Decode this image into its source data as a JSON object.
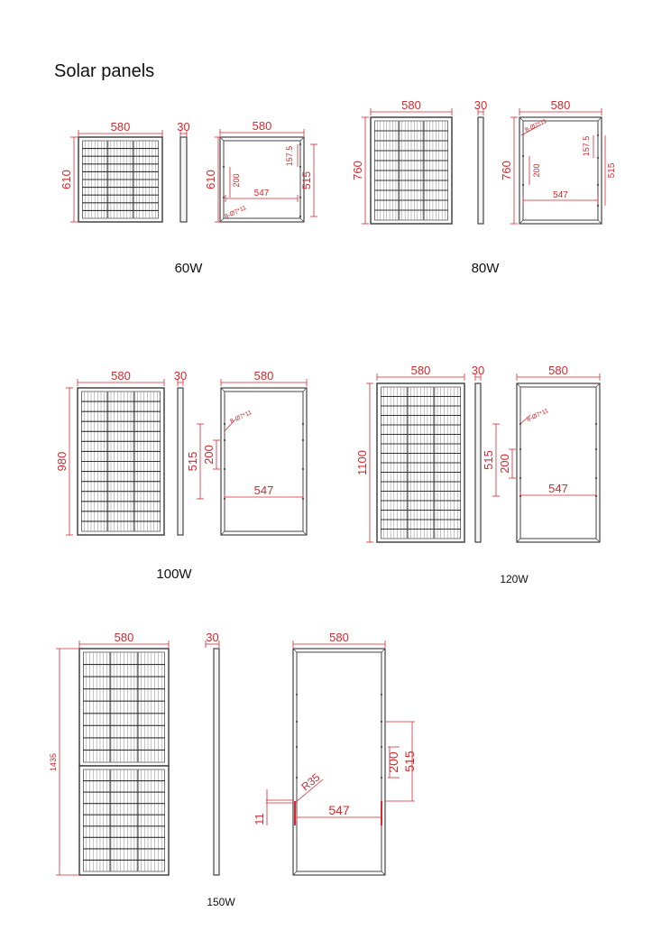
{
  "title": "Solar panels",
  "colors": {
    "dimension": "#d42a2f",
    "outline": "#444444",
    "cell": "#555555"
  },
  "panels": [
    {
      "power": "60W",
      "width": "580",
      "height": "610",
      "thickness": "30",
      "back": {
        "width": "580",
        "height": "610",
        "span": "547",
        "hole_pitch": "515",
        "short_pitch": "200",
        "offset": "157.5",
        "holes": "8-Ø7*11"
      }
    },
    {
      "power": "80W",
      "width": "580",
      "height": "760",
      "thickness": "30",
      "back": {
        "width": "580",
        "height": "760",
        "span": "547",
        "hole_pitch": "515",
        "short_pitch": "200",
        "offset": "157.5",
        "holes": "8-Ø7*11"
      }
    },
    {
      "power": "100W",
      "width": "580",
      "height": "980",
      "thickness": "30",
      "back": {
        "width": "580",
        "span": "547",
        "hole_pitch": "515",
        "short_pitch": "200",
        "holes": "8-Ø7*11"
      }
    },
    {
      "power": "120W",
      "width": "580",
      "height": "1100",
      "thickness": "30",
      "back": {
        "width": "580",
        "span": "547",
        "hole_pitch": "515",
        "short_pitch": "200",
        "holes": "8-Ø7*11"
      }
    },
    {
      "power": "150W",
      "width": "580",
      "height": "1435",
      "thickness": "30",
      "back": {
        "width": "580",
        "span": "547",
        "hole_pitch": "515",
        "short_pitch": "200",
        "radius": "R35",
        "slot": "11"
      }
    }
  ]
}
